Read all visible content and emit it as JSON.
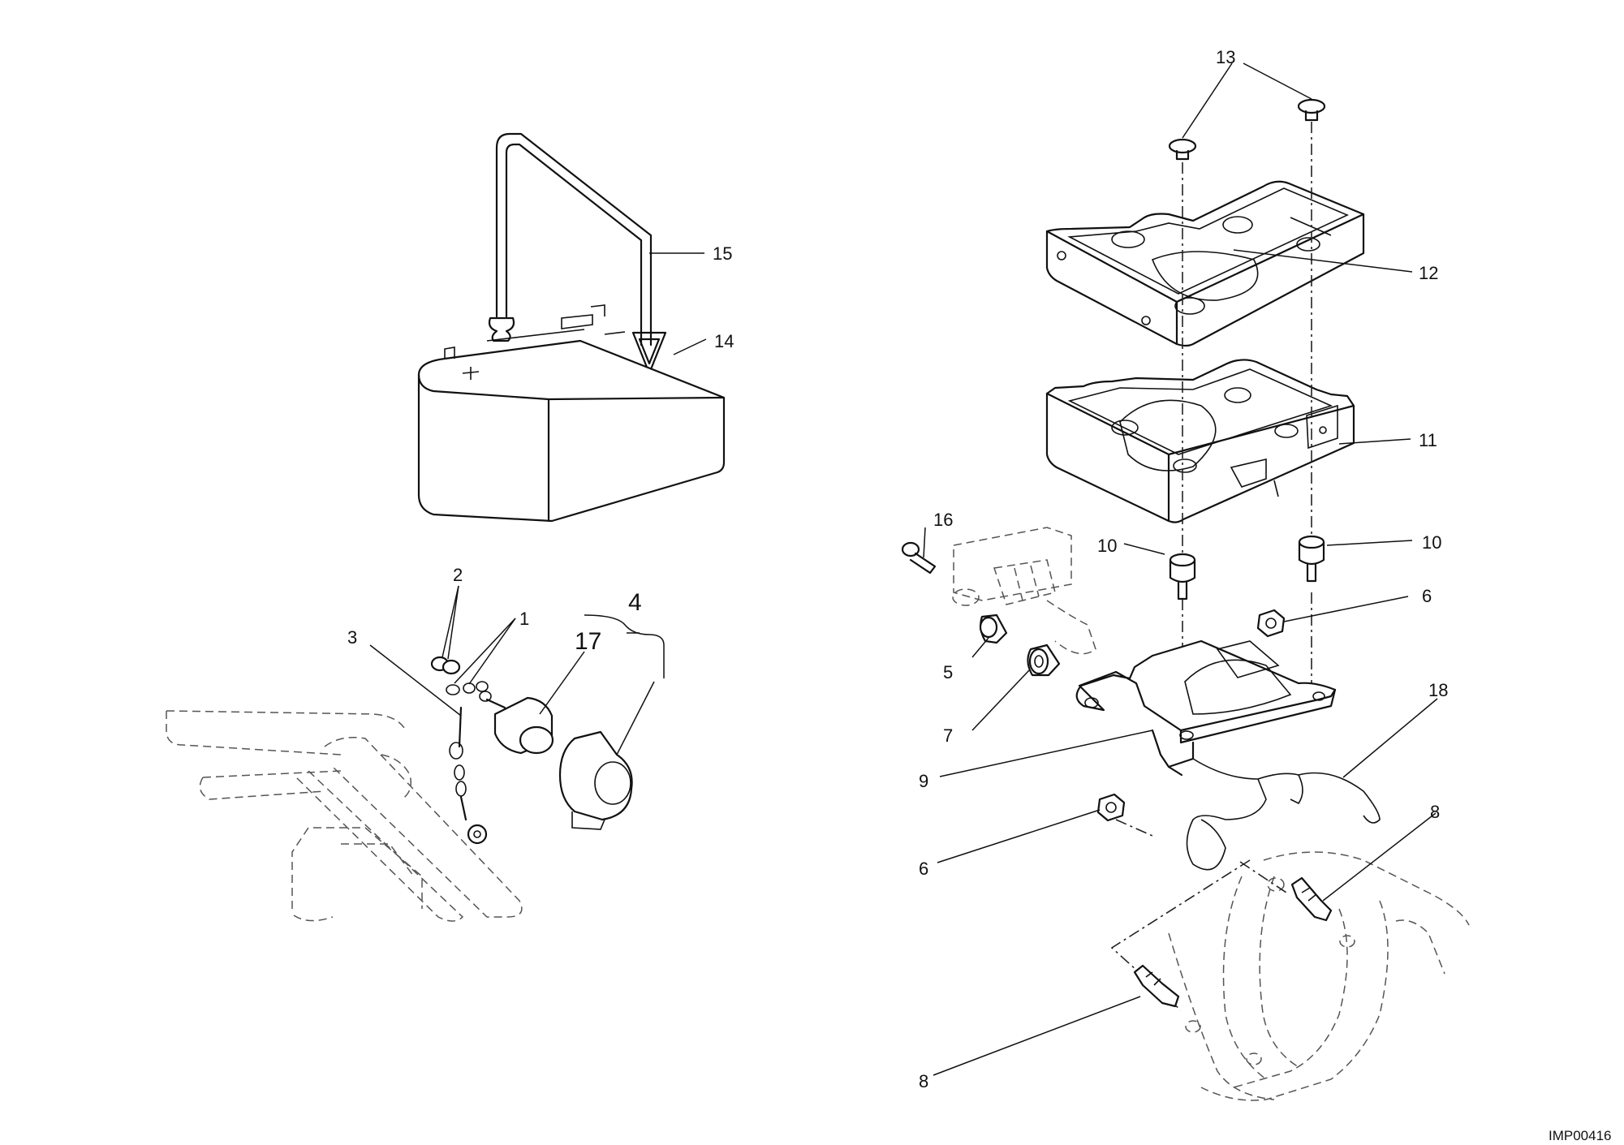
{
  "callouts": {
    "c1": "1",
    "c2": "2",
    "c3": "3",
    "c4": "4",
    "c5": "5",
    "c6a": "6",
    "c6b": "6",
    "c7": "7",
    "c8a": "8",
    "c8b": "8",
    "c9": "9",
    "c10a": "10",
    "c10b": "10",
    "c11": "11",
    "c12": "12",
    "c13": "13",
    "c14": "14",
    "c15": "15",
    "c16": "16",
    "c17": "17",
    "c18": "18"
  },
  "reference_code": "IMP00416"
}
